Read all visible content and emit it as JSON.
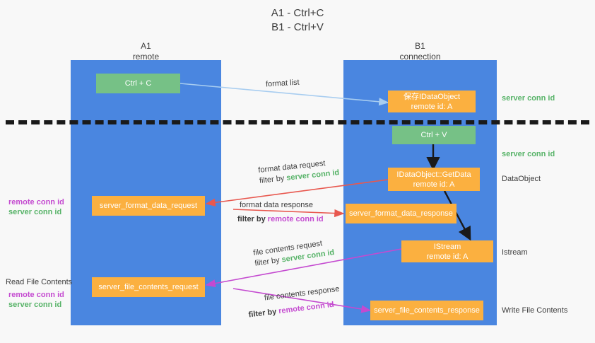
{
  "title": {
    "line1": "A1 - Ctrl+C",
    "line2": "B1 - Ctrl+V"
  },
  "columns": [
    {
      "name": "A1",
      "sublabel": "remote"
    },
    {
      "name": "B1",
      "sublabel": "connection"
    }
  ],
  "nodes": {
    "ctrl_c": {
      "label": "Ctrl + C",
      "color": "#76c186"
    },
    "ctrl_v": {
      "label": "Ctrl + V",
      "color": "#76c186"
    },
    "idataobject": {
      "line1": "保存IDataObject",
      "line2": "remote id: A",
      "color": "#fbb040"
    },
    "getdata": {
      "line1": "IDataObject::GetData",
      "line2": "remote id: A",
      "color": "#fbb040"
    },
    "istream": {
      "line1": "IStream",
      "line2": "remote id: A",
      "color": "#fbb040"
    },
    "server_format_data_request": {
      "label": "server_format_data_request",
      "color": "#fbb040"
    },
    "server_format_data_response": {
      "label": "server_format_data_response",
      "color": "#fbb040"
    },
    "server_file_contents_request": {
      "label": "server_file_contents_request",
      "color": "#fbb040"
    },
    "server_file_contents_response": {
      "label": "server_file_contents_response",
      "color": "#fbb040"
    }
  },
  "edges": {
    "format_list": {
      "label": "format list",
      "color": "#a8cdf0"
    },
    "format_data_request": {
      "line1": "format data request",
      "filter_prefix": "filter by ",
      "filter_value": "server conn id",
      "color": "#e8584f"
    },
    "format_data_response": {
      "line1": "format data response",
      "filter_prefix": "filter by ",
      "filter_value": "remote conn id",
      "color": "#e8584f"
    },
    "file_contents_request": {
      "line1": "file contents request",
      "filter_prefix": "filter by ",
      "filter_value": "server conn id",
      "color": "#c44ad0"
    },
    "file_contents_response": {
      "line1": "file contents response",
      "filter_prefix": "filter by ",
      "filter_value": "remote conn id",
      "color": "#c44ad0"
    }
  },
  "annotations": {
    "right_server_conn_id_top": "server conn id",
    "right_server_conn_id_mid": "server conn id",
    "right_dataobject": "DataObject",
    "right_istream": "Istream",
    "right_write_file_contents": "Write File Contents",
    "left_remote_conn_id_1": "remote conn id",
    "left_server_conn_id_1": "server conn id",
    "left_read_file_contents": "Read File Contents",
    "left_remote_conn_id_2": "remote conn id",
    "left_server_conn_id_2": "server conn id"
  },
  "colors": {
    "lane": "#4a86e0",
    "green": "#76c186",
    "orange": "#fbb040",
    "red_arrow": "#e8584f",
    "purple_arrow": "#c44ad0",
    "light_blue_arrow": "#a8cdf0",
    "black_arrow": "#1a1a1a",
    "green_text": "#57b368",
    "purple_text": "#c44ad0",
    "background": "#f8f8f8"
  }
}
